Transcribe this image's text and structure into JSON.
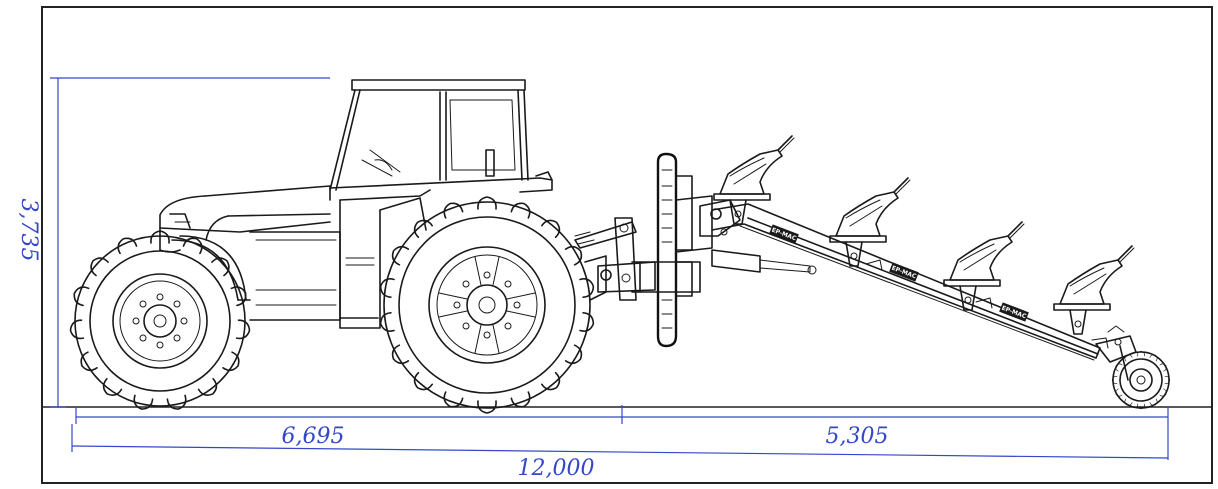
{
  "dimensions": {
    "height": "3,735",
    "tractor_length": "6,695",
    "plough_length": "5,305",
    "total_length": "12,000"
  },
  "plough": {
    "brand_label": "EP-MAC"
  },
  "colors": {
    "dimension_ink": "#3347c8",
    "drawing_ink": "#1a1a1a",
    "paper": "#ffffff"
  }
}
